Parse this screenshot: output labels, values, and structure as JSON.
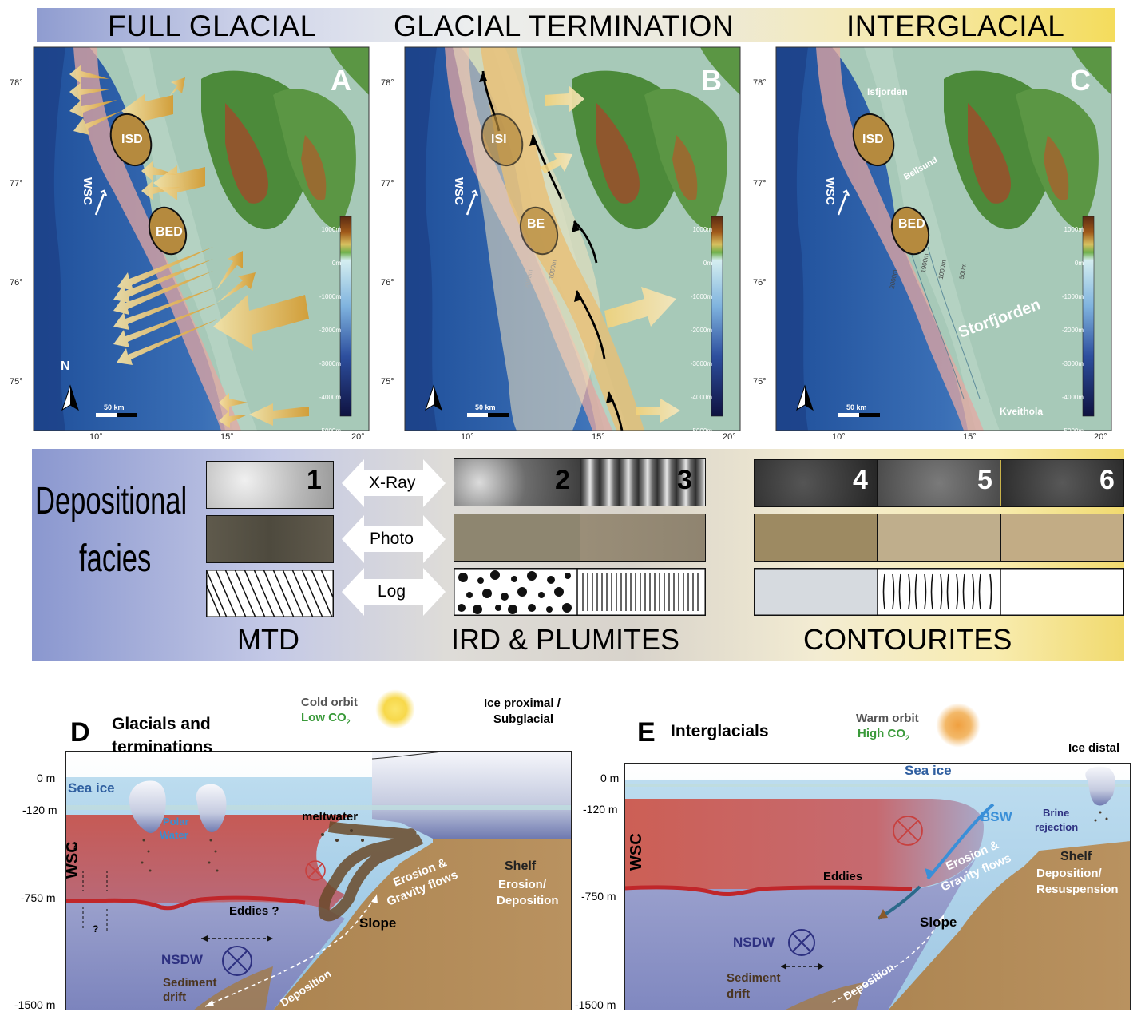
{
  "phases": {
    "full_glacial": "FULL GLACIAL",
    "termination": "GLACIAL TERMINATION",
    "interglacial": "INTERGLACIAL"
  },
  "maps": {
    "panel_a": "A",
    "panel_b": "B",
    "panel_c": "C",
    "lat_ticks": [
      "78°",
      "77°",
      "76°",
      "75°"
    ],
    "lon_ticks": [
      "10°",
      "15°",
      "20°"
    ],
    "scalebar": "50 km",
    "north": "N",
    "depth_legend": [
      "1000m",
      "0m",
      "-1000m",
      "-2000m",
      "-3000m",
      "-4000m",
      "-5000m"
    ],
    "drifts": {
      "isd": "ISD",
      "bed": "BED",
      "isd_partial": "ISI",
      "bed_partial": "BE"
    },
    "current": "WSC",
    "contours": {
      "c500": "500m",
      "c1000": "1000m",
      "c1900": "1900m",
      "c2000": "2000m"
    },
    "places": {
      "isfjorden": "Isfjorden",
      "bellsund": "Bellsund",
      "storfjorden": "Storfjorden",
      "kveithola": "Kveithola"
    }
  },
  "facies": {
    "heading_line1": "Depositional",
    "heading_line2": "facies",
    "xray": "X-Ray",
    "photo": "Photo",
    "log": "Log",
    "numbers": [
      "1",
      "2",
      "3",
      "4",
      "5",
      "6"
    ],
    "groups": {
      "mtd": "MTD",
      "ird": "IRD & PLUMITES",
      "contourites": "CONTOURITES"
    }
  },
  "panel_d": {
    "letter": "D",
    "title_line1": "Glacials and",
    "title_line2": "terminations",
    "orbit": "Cold orbit",
    "co2_prefix": "Low CO",
    "co2_sub": "2",
    "ice": "Ice proximal /",
    "ice2": "Subglacial",
    "depth": [
      "0 m",
      "-120 m",
      "-750 m",
      "-1500 m"
    ],
    "sea_ice": "Sea ice",
    "polar1": "Polar",
    "polar2": "Water",
    "meltwater": "meltwater",
    "wsc": "WSC",
    "eddies": "Eddies ?",
    "nsdw": "NSDW",
    "drift1": "Sediment",
    "drift2": "drift",
    "deposition": "Deposition",
    "slope": "Slope",
    "erosion1": "Erosion &",
    "erosion2": "Gravity flows",
    "shelf1": "Shelf",
    "shelf2": "Erosion/",
    "shelf3": "Deposition",
    "q": "?"
  },
  "panel_e": {
    "letter": "E",
    "title": "Interglacials",
    "orbit": "Warm orbit",
    "co2_prefix": "High CO",
    "co2_sub": "2",
    "ice": "Ice distal",
    "depth": [
      "0 m",
      "-120 m",
      "-750 m",
      "-1500 m"
    ],
    "sea_ice": "Sea ice",
    "bsw": "BSW",
    "brine1": "Brine",
    "brine2": "rejection",
    "wsc": "WSC",
    "eddies": "Eddies",
    "nsdw": "NSDW",
    "drift1": "Sediment",
    "drift2": "drift",
    "deposition": "Deposition",
    "slope": "Slope",
    "erosion1": "Erosion &",
    "erosion2": "Gravity flows",
    "shelf1": "Shelf",
    "shelf2": "Deposition/",
    "shelf3": "Resuspension"
  },
  "colors": {
    "ocean_deep": "#2f5fa8",
    "ocean_mid": "#5d8fc6",
    "shelf_land": "#9fc4b2",
    "terrain": "#4e8a3c",
    "wsc_red": "#c85a5a",
    "nsdw_blue": "#8b93c4",
    "sediment": "#b48954",
    "arrow_gold": "#e0a73a"
  }
}
